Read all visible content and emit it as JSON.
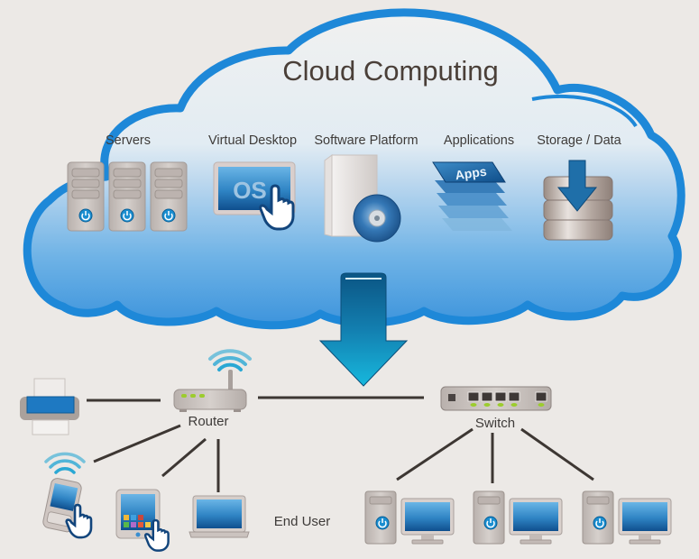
{
  "cloud": {
    "title": "Cloud Computing",
    "services": [
      {
        "label": "Servers",
        "icon": "server-rack-icon"
      },
      {
        "label": "Virtual Desktop",
        "icon": "os-monitor-icon",
        "screen_text": "OS"
      },
      {
        "label": "Software Platform",
        "icon": "software-box-icon"
      },
      {
        "label": "Applications",
        "icon": "apps-stack-icon",
        "layer_text": "Apps"
      },
      {
        "label": "Storage / Data",
        "icon": "database-download-icon"
      }
    ]
  },
  "network": {
    "router_label": "Router",
    "switch_label": "Switch",
    "end_user_label": "End User",
    "router_devices": [
      "printer",
      "smartphone",
      "tablet",
      "laptop"
    ],
    "switch_devices": [
      "desktop-pc-1",
      "desktop-pc-2",
      "desktop-pc-3"
    ]
  },
  "colors": {
    "background": "#ece9e6",
    "cloud_outline": "#1e88d8",
    "cloud_fill_light": "#e6eef5",
    "cloud_fill_blue": "#4b9fe0",
    "arrow_top": "#0a5a8a",
    "arrow_bottom": "#14b2da",
    "device_gray": "#c9c1bd",
    "power_blue": "#1a8ed0",
    "led_green": "#9ccc2e",
    "text": "#3e3b39"
  }
}
